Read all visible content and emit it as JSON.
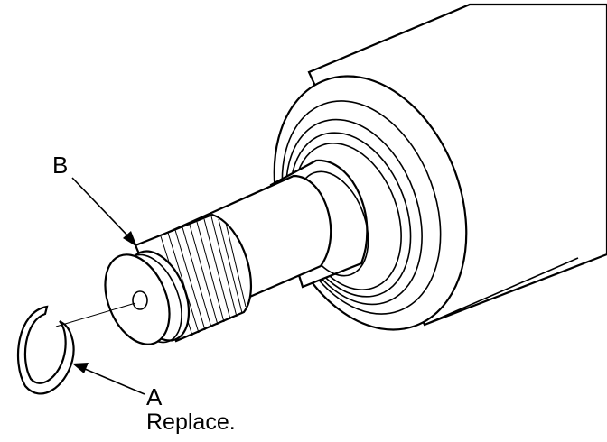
{
  "labels": {
    "b": "B",
    "a": "A",
    "a_note": "Replace."
  },
  "parts": {
    "shaft": "drive-shaft-spline-end",
    "ring": "snap-ring"
  },
  "colors": {
    "line": "#000000",
    "background": "#ffffff"
  }
}
